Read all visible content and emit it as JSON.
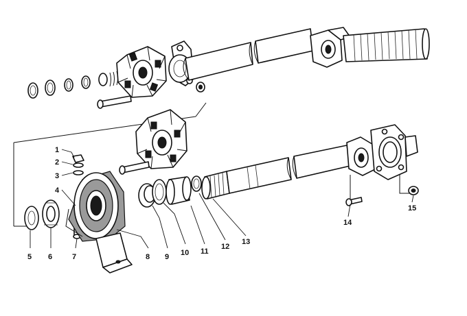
{
  "diagram": {
    "callouts": [
      {
        "label": "1"
      },
      {
        "label": "2"
      },
      {
        "label": "3"
      },
      {
        "label": "4"
      },
      {
        "label": "5"
      },
      {
        "label": "6"
      },
      {
        "label": "7"
      },
      {
        "label": "8"
      },
      {
        "label": "9"
      },
      {
        "label": "10"
      },
      {
        "label": "11"
      },
      {
        "label": "12"
      },
      {
        "label": "13"
      },
      {
        "label": "14"
      },
      {
        "label": "15"
      }
    ]
  }
}
